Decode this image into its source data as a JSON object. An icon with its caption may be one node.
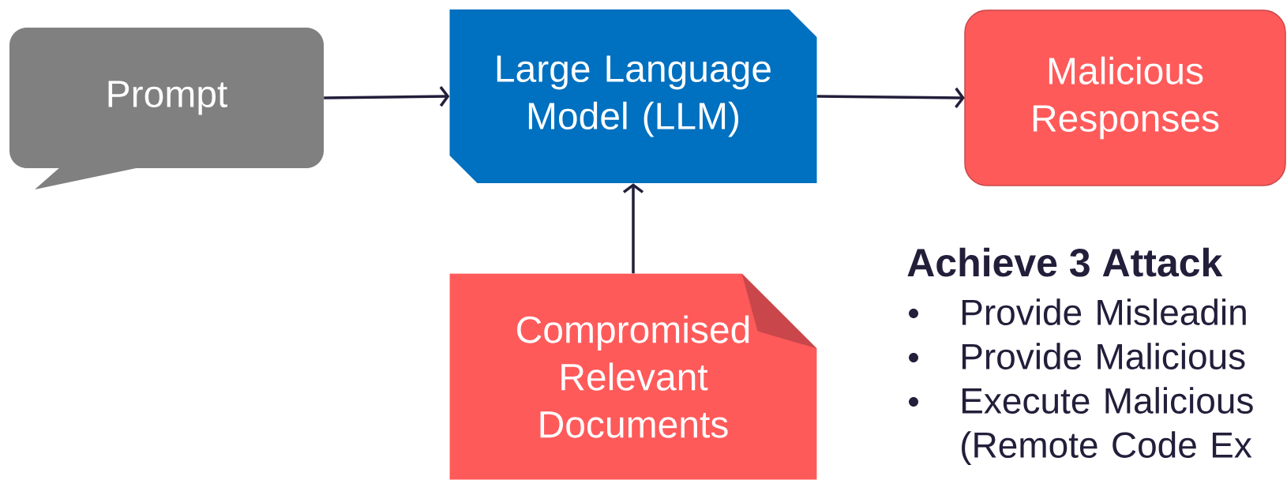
{
  "diagram": {
    "nodes": [
      {
        "text": [
          "Prompt"
        ]
      },
      {
        "text": [
          "Large Language Model (LLM)"
        ]
      },
      {
        "text": [
          "Malicious Responses"
        ]
      },
      {
        "text": [
          "Compromised Relevant Documents"
        ]
      }
    ],
    "edges": [
      {
        "from": 0,
        "to": 1,
        "arrow": "to"
      },
      {
        "from": 1,
        "to": 2,
        "arrow": "to"
      },
      {
        "from": 3,
        "to": 1,
        "arrow": "to"
      }
    ],
    "labels": [
      "Achieve 3 Attack",
      "Provide Misleadin",
      "Provide Malicious",
      "Execute Malicious (Remote Code Ex"
    ]
  }
}
